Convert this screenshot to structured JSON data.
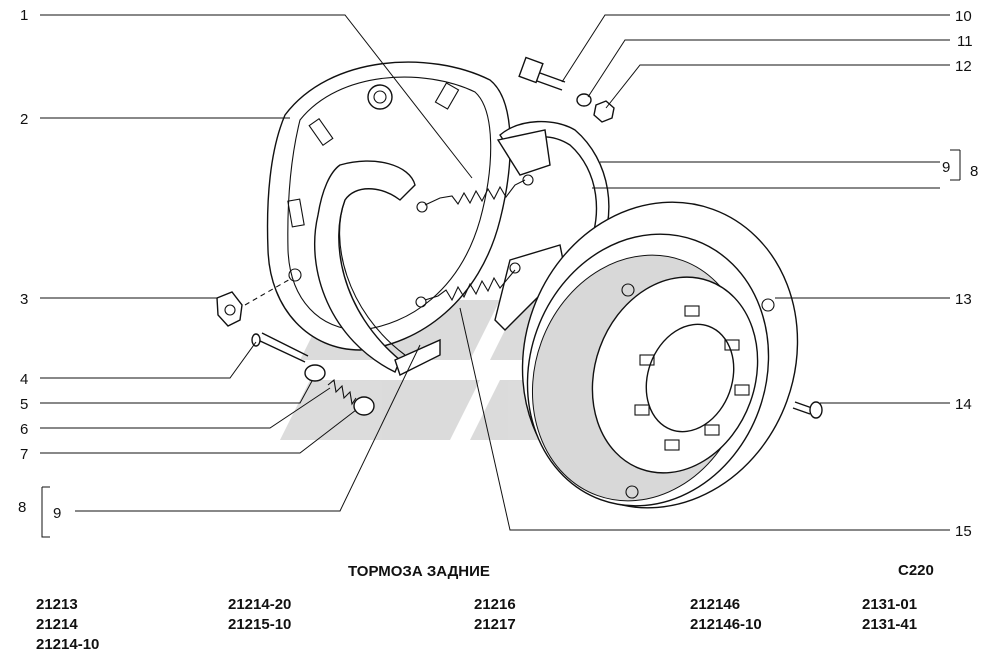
{
  "title": "ТОРМОЗА ЗАДНИЕ",
  "page_code": "C220",
  "callouts": [
    "1",
    "2",
    "3",
    "4",
    "5",
    "6",
    "7",
    "8",
    "9",
    "9",
    "8",
    "10",
    "11",
    "12",
    "13",
    "14",
    "15"
  ],
  "models": [
    [
      "21213",
      "21214",
      "21214-10"
    ],
    [
      "21214-20",
      "21215-10"
    ],
    [
      "21216",
      "21217"
    ],
    [
      "212146",
      "212146-10"
    ],
    [
      "2131-01",
      "2131-41"
    ]
  ]
}
